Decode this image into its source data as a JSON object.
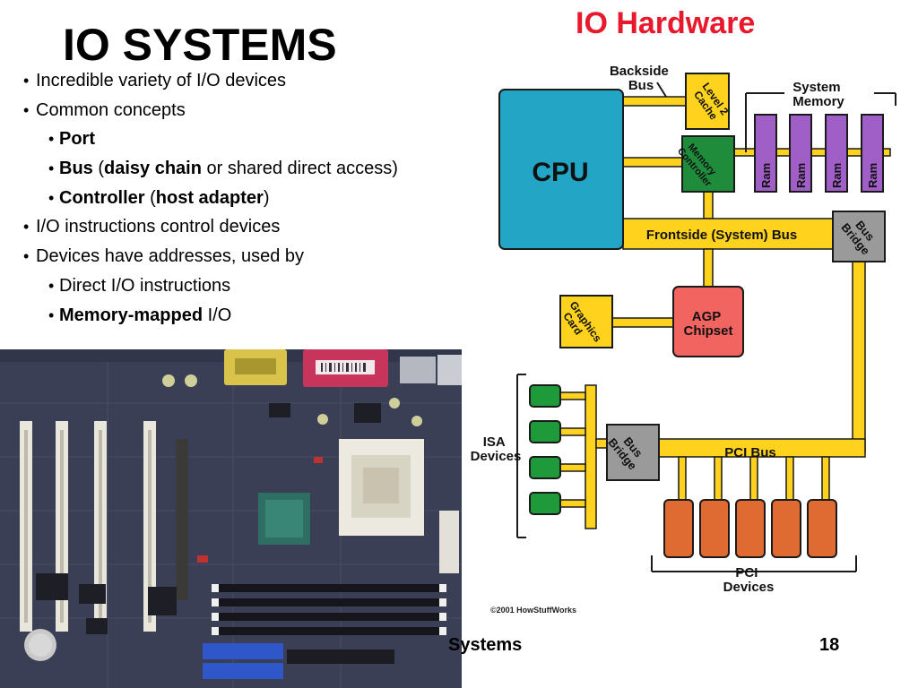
{
  "slide": {
    "title": "IO SYSTEMS",
    "hardware_title": "IO Hardware",
    "bullets": [
      {
        "parts": [
          "Incredible variety of I/O devices"
        ]
      },
      {
        "parts": [
          "Common concepts"
        ]
      },
      {
        "bold1": "Port"
      },
      {
        "bold1": "Bus",
        "t1": " (",
        "bold2": "daisy chain",
        "t2": " or shared direct access)"
      },
      {
        "bold1": "Controller",
        "t1": " (",
        "bold2": "host adapter",
        "t2": ")"
      },
      {
        "parts": [
          "I/O instructions control devices"
        ]
      },
      {
        "parts": [
          "Devices have addresses, used by"
        ]
      },
      {
        "parts": [
          "Direct I/O instructions"
        ]
      },
      {
        "bold1": "Memory-mapped",
        "t1": " I/O"
      }
    ],
    "bullet_glyph": "•",
    "footer_text": "Systems",
    "page_number": "18"
  },
  "diagram": {
    "cpu": "CPU",
    "backside_bus": [
      "Backside",
      "Bus"
    ],
    "level2_cache": [
      "Level 2",
      "Cache"
    ],
    "system_memory": [
      "System",
      "Memory"
    ],
    "memory_controller": [
      "Memory",
      "Controller"
    ],
    "ram_labels": [
      "Ram",
      "Ram",
      "Ram",
      "Ram"
    ],
    "frontside_bus": "Frontside (System) Bus",
    "bus_bridge_top": [
      "Bus",
      "Bridge"
    ],
    "graphics_card": [
      "Graphics",
      "Card"
    ],
    "agp_chipset": [
      "AGP",
      "Chipset"
    ],
    "isa_devices": [
      "ISA",
      "Devices"
    ],
    "bus_bridge_bottom": [
      "Bus",
      "Bridge"
    ],
    "pci_bus": "PCI Bus",
    "pci_devices": [
      "PCI",
      "Devices"
    ],
    "copyright": "©2001 HowStuffWorks",
    "colors": {
      "cpu": "#23a6c6",
      "bus": "#ffd31d",
      "ram": "#a05fc6",
      "memory_controller": "#1f8c3c",
      "bridge": "#9a9a9a",
      "agp": "#f2645f",
      "isa_device": "#1f9a3a",
      "pci_device": "#e06b32",
      "title_red": "#e8192c"
    }
  }
}
